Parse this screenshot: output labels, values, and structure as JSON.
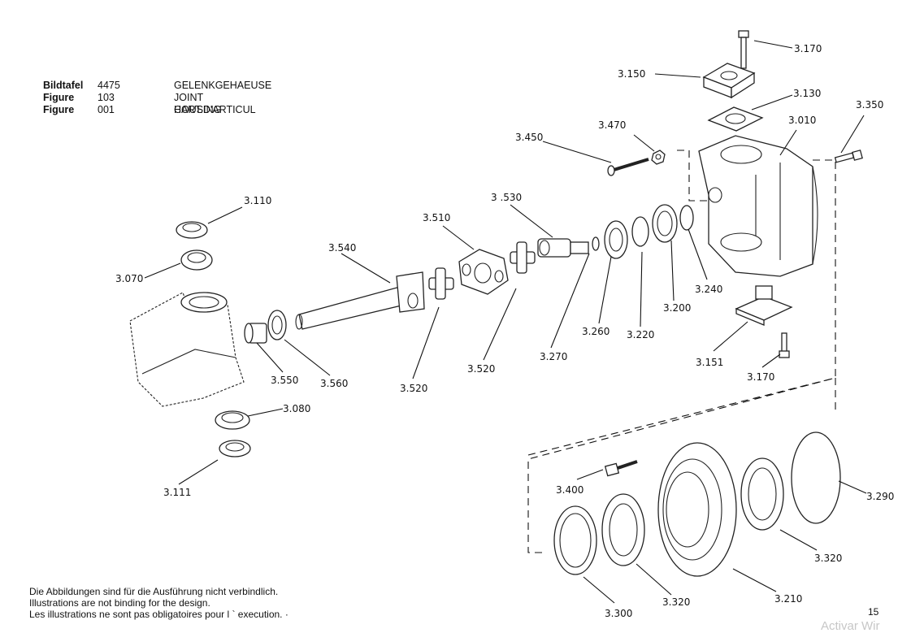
{
  "header": {
    "rows": [
      {
        "key": "Bildtafel",
        "number": "4475 103 001",
        "title": "GELENKGEHAEUSE"
      },
      {
        "key": "Figure",
        "number": "",
        "title": "JOINT HOUSING"
      },
      {
        "key": "Figure",
        "number": "",
        "title": "CART.D'ARTICUL"
      }
    ]
  },
  "labels": {
    "l3170a": "3.170",
    "l3150": "3.150",
    "l3130": "3.130",
    "l3350": "3.350",
    "l3010": "3.010",
    "l3470": "3.470",
    "l3450": "3.450",
    "l3110": "3.110",
    "l3530": "3 .530",
    "l3510": "3.510",
    "l3540": "3.540",
    "l3070": "3.070",
    "l3240": "3.240",
    "l3200": "3.200",
    "l3260": "3.260",
    "l3220": "3.220",
    "l3270": "3.270",
    "l3520a": "3.520",
    "l3520b": "3.520",
    "l3550": "3.550",
    "l3560": "3.560",
    "l3151": "3.151",
    "l3170b": "3.170",
    "l3080": "3.080",
    "l3111": "3.111",
    "l3400": "3.400",
    "l3290": "3.290",
    "l3320a": "3.320",
    "l3320b": "3.320",
    "l3210": "3.210",
    "l3300": "3.300"
  },
  "footer": {
    "line1": "Die Abbildungen sind für die Ausführung nicht verbindlich.",
    "line2": "Illustrations are not binding for the design.",
    "line3": "Les illustrations ne sont pas obligatoires pour l ` execution.  ·"
  },
  "page_number": "15",
  "watermark": "Activar Wir"
}
